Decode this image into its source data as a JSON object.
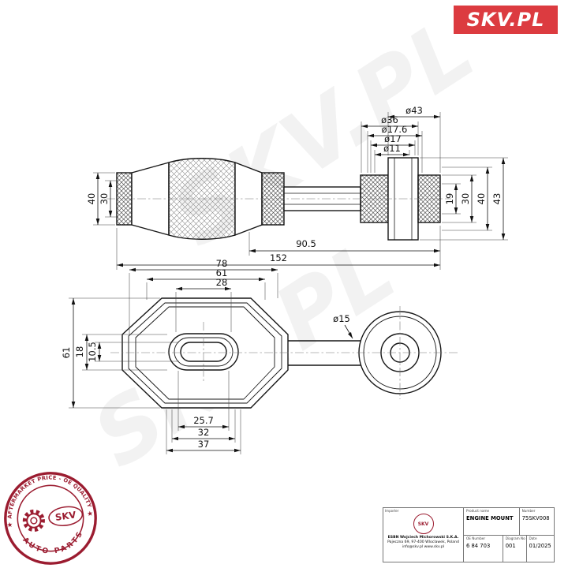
{
  "brand": {
    "logo_text": "SKV.PL",
    "watermark": "SKV.PL"
  },
  "colors": {
    "brand_red": "#dc3b40",
    "stamp_red": "#9b1c30"
  },
  "stamp": {
    "ring_top": "AFTERMARKET PRICE - OE QUALITY",
    "ring_bottom": "AUTO PARTS",
    "center_text": "SKV",
    "star": "★"
  },
  "title_block": {
    "importer_label": "Importer",
    "logo_text": "SKV",
    "address_line1": "ESBN Wojciech Michorowski S.K.A.",
    "address_line2": "Pajeczna 69, 97-400 Wloclawek, Poland",
    "address_line3": "info@skv.pl  www.skv.pl",
    "product_name_label": "Product name",
    "product_name": "ENGINE MOUNT",
    "number_label": "Number",
    "number": "75SKV008",
    "oe_number_label": "OE Number",
    "oe_number": "6 84 703",
    "diagram_label": "Diagram No",
    "diagram_no": "001",
    "date_label": "Date",
    "date": "01/2025"
  },
  "drawing": {
    "side_view": {
      "dims": {
        "d43": "ø43",
        "d36": "ø36",
        "d17_6": "ø17.6",
        "d17": "ø17",
        "d11": "ø11",
        "left_40": "40",
        "left_30": "30",
        "right_19": "19",
        "right_30": "30",
        "right_40": "40",
        "right_43": "43",
        "len_90_5": "90.5",
        "len_152": "152"
      }
    },
    "top_view": {
      "dims": {
        "top_78": "78",
        "top_61": "61",
        "top_28": "28",
        "left_61": "61",
        "left_18": "18",
        "left_10_5": "10.5",
        "rod_d15": "ø15",
        "bot_25_7": "25.7",
        "bot_32": "32",
        "bot_37": "37"
      }
    }
  }
}
